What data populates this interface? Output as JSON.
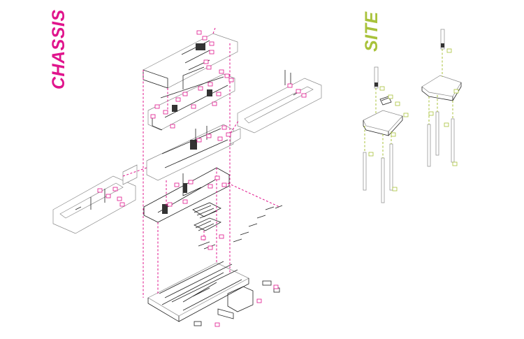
{
  "titles": {
    "chassis": "CHASSIS",
    "site": "SITE"
  },
  "colors": {
    "chassis_accent": "#e0148c",
    "site_accent": "#a8c23a",
    "linework": "#222222",
    "background": "#ffffff"
  },
  "legend_tags": {
    "chassis_count": 44,
    "site_count": 12
  }
}
